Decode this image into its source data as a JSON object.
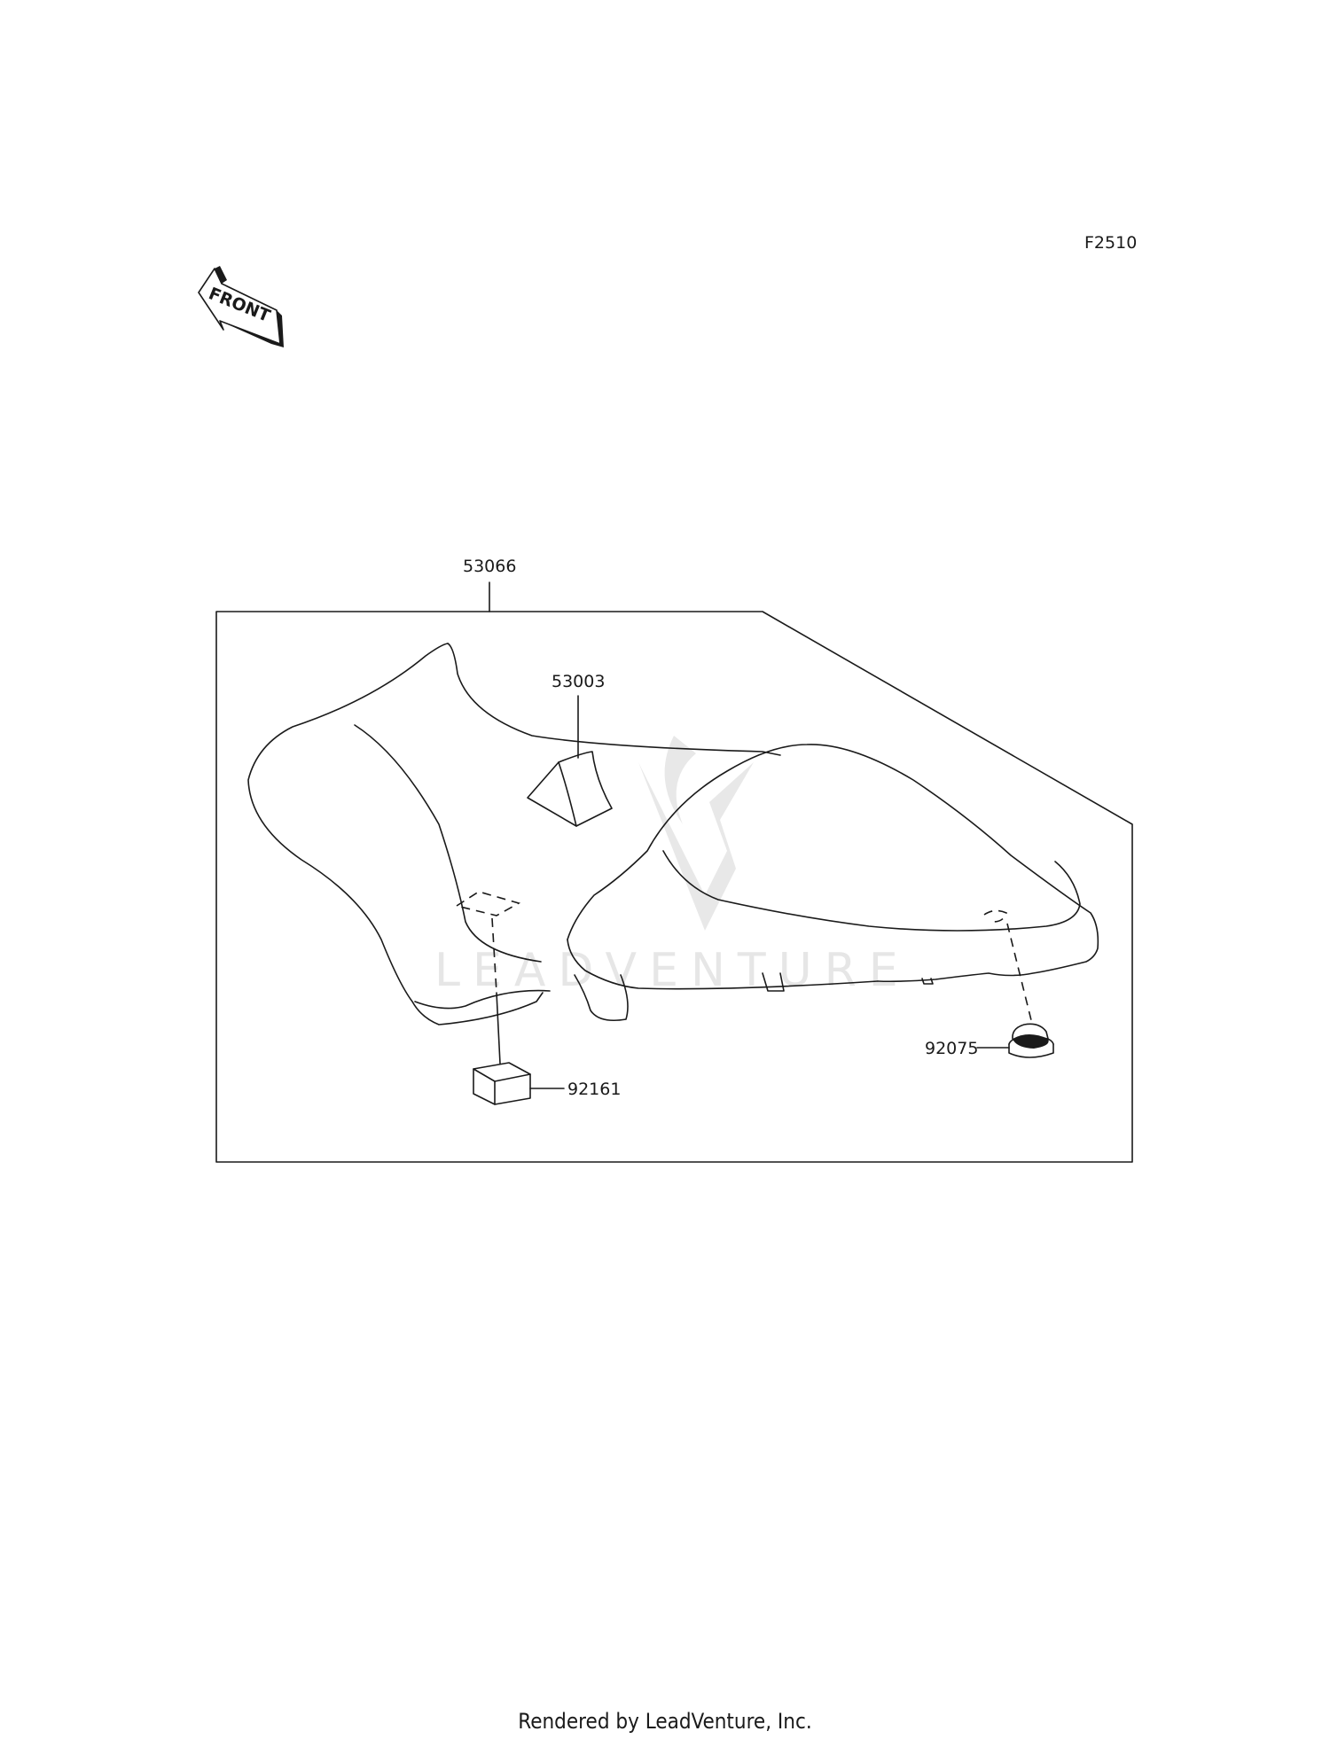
{
  "figure_code": "F2510",
  "front_arrow_label": "FRONT",
  "parts": {
    "seat_assembly": "53066",
    "pad": "53003",
    "damper": "92161",
    "cap": "92075"
  },
  "watermark": "LEADVENTURE",
  "footer": "Rendered by LeadVenture, Inc."
}
